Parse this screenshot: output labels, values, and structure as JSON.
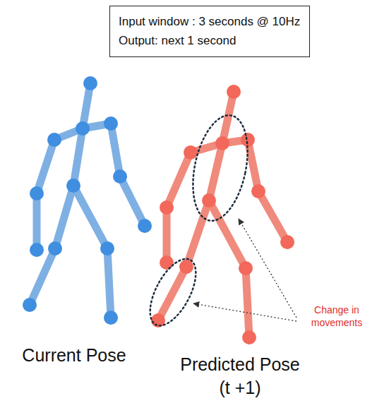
{
  "diagram": {
    "nodes": [
      {
        "text": [
          "Input window : 3 seconds @ 10Hz",
          "Output: next 1 second"
        ]
      }
    ],
    "labels": [
      "Current Pose",
      "Predicted Pose (t +1)",
      "Change in movements"
    ]
  }
}
